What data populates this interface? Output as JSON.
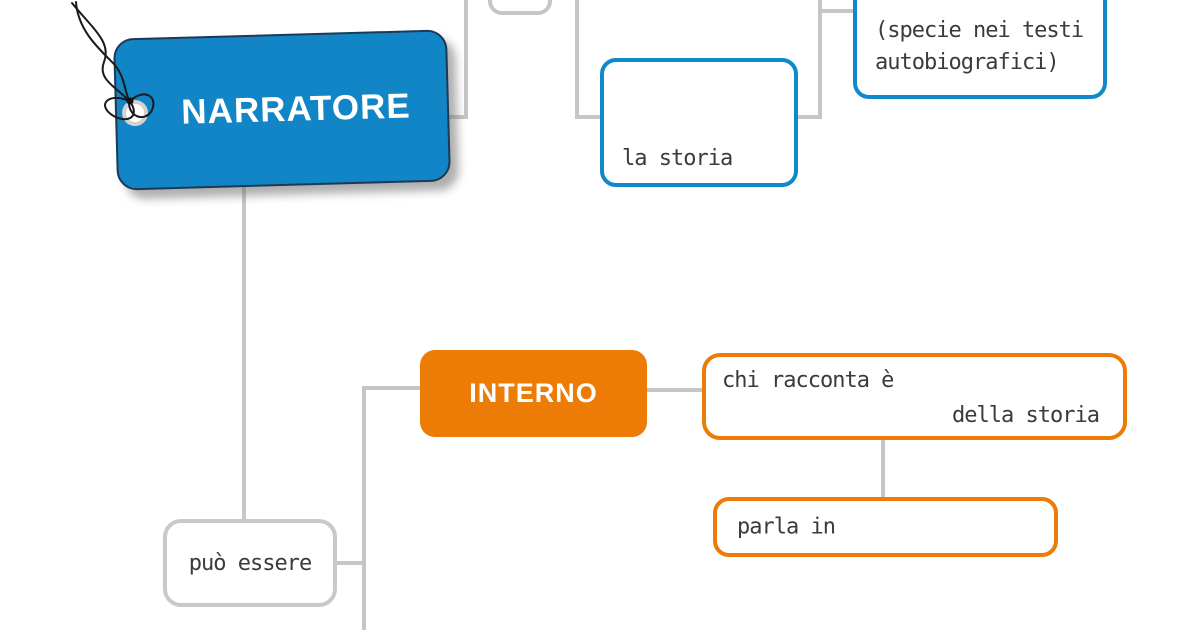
{
  "diagram": {
    "title": "NARRATORE",
    "language": "it",
    "nodes": {
      "narratore": {
        "label": "NARRATORE"
      },
      "la_storia": {
        "label": "la storia"
      },
      "specie": {
        "line1": "(specie nei testi",
        "line2": "autobiografici)"
      },
      "interno": {
        "label": "INTERNO"
      },
      "chi_racconta": {
        "line1": "chi racconta è",
        "line2": "della storia"
      },
      "parla_in": {
        "label": "parla in"
      },
      "puo_essere": {
        "label": "può essere"
      }
    },
    "colors": {
      "root_fill": "#1285c6",
      "blue_border": "#0f89c9",
      "orange": "#ec7c06",
      "connector_gray": "#c6c6c8",
      "gray_border": "#c9c9c9",
      "text": "#3b3b3b"
    }
  }
}
